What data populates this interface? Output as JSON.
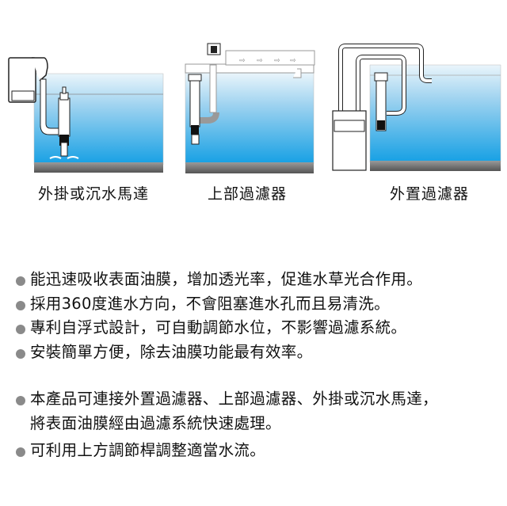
{
  "diagrams": [
    {
      "id": "hang-on",
      "caption": "外掛或沉水馬達"
    },
    {
      "id": "top-filter",
      "caption": "上部過濾器"
    },
    {
      "id": "external-filter",
      "caption": "外置過濾器"
    }
  ],
  "features": [
    {
      "text": "能迅速吸收表面油膜，增加透光率，促進水草光合作用。"
    },
    {
      "text": "採用360度進水方向，不會阻塞進水孔而且易清洗。"
    },
    {
      "text": "專利自浮式設計，可自動調節水位，不影響過濾系統。"
    },
    {
      "text": "安裝簡單方便，除去油膜功能最有效率。"
    }
  ],
  "compatibility": [
    {
      "text": "本產品可連接外置過濾器、上部過濾器、外掛或沉水馬達，",
      "continuation": "將表面油膜經由過濾系統快速處理。"
    },
    {
      "text": "可利用上方調節桿調整適當水流。"
    }
  ],
  "colors": {
    "water_top": "#dff0fa",
    "water_bottom": "#1aa3e6",
    "substrate": "#6b6b6b",
    "bullet": "#8a8a8a"
  }
}
